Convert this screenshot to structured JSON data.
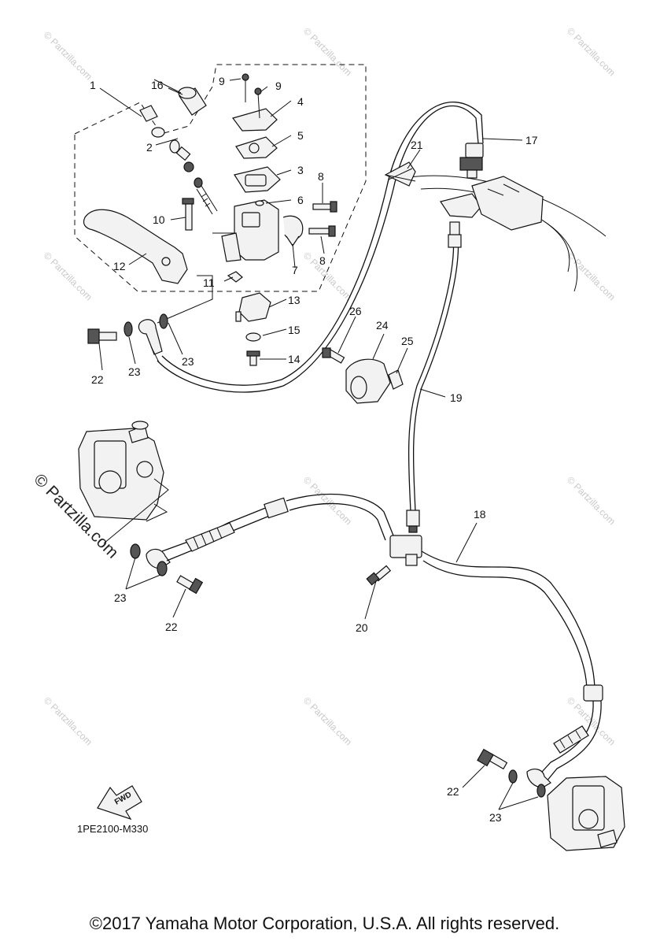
{
  "diagram_code": "1PE2100-M330",
  "copyright": "©2017  Yamaha Motor Corporation, U.S.A. All rights reserved.",
  "watermark_text": "© Partzilla.com",
  "fwd_label": "FWD",
  "callouts": {
    "c1": "1",
    "c2": "2",
    "c3": "3",
    "c4": "4",
    "c5": "5",
    "c6": "6",
    "c7": "7",
    "c8a": "8",
    "c8b": "8",
    "c9a": "9",
    "c9b": "9",
    "c10": "10",
    "c11": "11",
    "c12": "12",
    "c13": "13",
    "c14": "14",
    "c15": "15",
    "c16": "16",
    "c17": "17",
    "c18": "18",
    "c19": "19",
    "c20": "20",
    "c21": "21",
    "c22a": "22",
    "c22b": "22",
    "c22c": "22",
    "c23a": "23",
    "c23b": "23",
    "c23c": "23",
    "c23d": "23",
    "c24": "24",
    "c25": "25",
    "c26": "26"
  }
}
